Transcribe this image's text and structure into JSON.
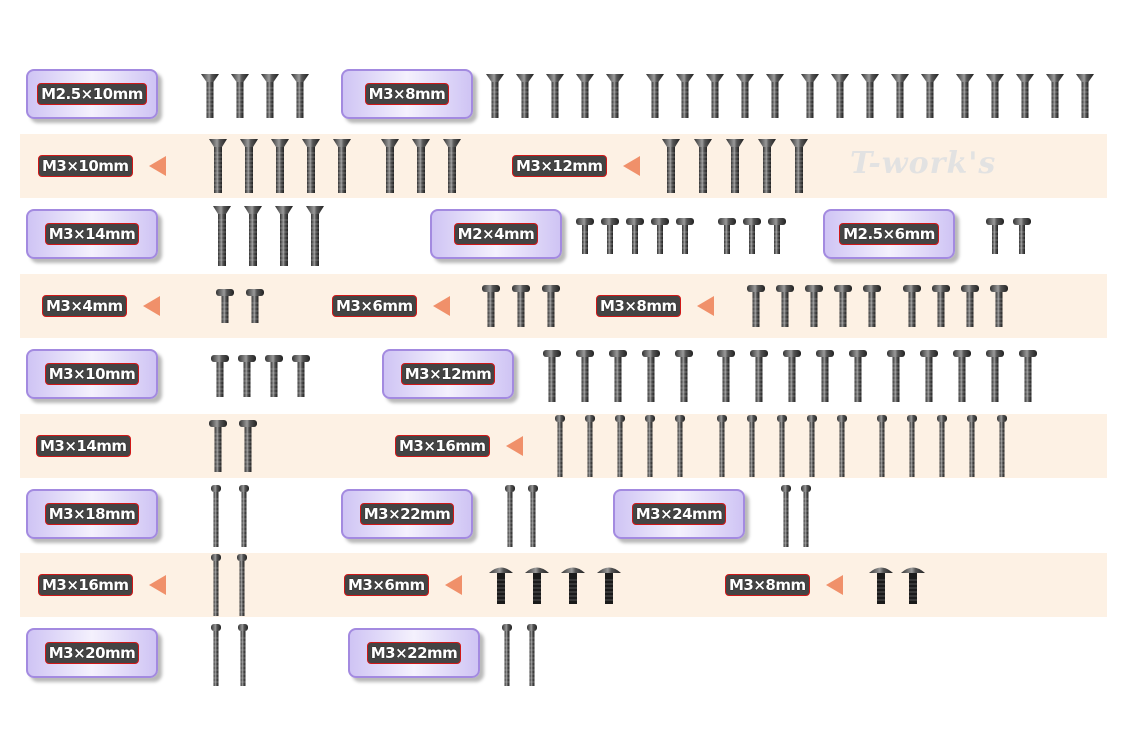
{
  "watermark": "T-work's",
  "colors": {
    "stripe": "#fdf1e4",
    "box_border": "#a38ae0",
    "arrow": "#f0906a",
    "label_outline": "#d01818"
  },
  "rows": [
    {
      "striped": false,
      "groups": [
        {
          "label": "M2.5×10mm",
          "style": "box",
          "screws": [
            {
              "count": 4,
              "type": "flat-short"
            }
          ]
        },
        {
          "label": "M3×8mm",
          "style": "box",
          "screws": [
            {
              "count": 5,
              "type": "flat-short"
            },
            {
              "count": 5,
              "type": "flat-short"
            },
            {
              "count": 5,
              "type": "flat-short"
            },
            {
              "count": 5,
              "type": "flat-short"
            }
          ]
        }
      ]
    },
    {
      "striped": true,
      "groups": [
        {
          "label": "M3×10mm",
          "style": "arrow",
          "screws": [
            {
              "count": 5,
              "type": "flat"
            },
            {
              "count": 3,
              "type": "flat"
            }
          ]
        },
        {
          "label": "M3×12mm",
          "style": "arrow",
          "screws": [
            {
              "count": 5,
              "type": "flat"
            }
          ]
        }
      ]
    },
    {
      "striped": false,
      "groups": [
        {
          "label": "M3×14mm",
          "style": "box",
          "screws": [
            {
              "count": 4,
              "type": "flat-long"
            }
          ]
        },
        {
          "label": "M2×4mm",
          "style": "box",
          "screws": [
            {
              "count": 5,
              "type": "button-mini"
            },
            {
              "count": 3,
              "type": "button-mini"
            }
          ]
        },
        {
          "label": "M2.5×6mm",
          "style": "box",
          "screws": [
            {
              "count": 2,
              "type": "button-mini"
            }
          ]
        }
      ]
    },
    {
      "striped": true,
      "groups": [
        {
          "label": "M3×4mm",
          "style": "arrow",
          "screws": [
            {
              "count": 2,
              "type": "button-short"
            }
          ]
        },
        {
          "label": "M3×6mm",
          "style": "arrow",
          "screws": [
            {
              "count": 3,
              "type": "button"
            }
          ]
        },
        {
          "label": "M3×8mm",
          "style": "arrow",
          "screws": [
            {
              "count": 5,
              "type": "button"
            },
            {
              "count": 4,
              "type": "button"
            }
          ]
        }
      ]
    },
    {
      "striped": false,
      "groups": [
        {
          "label": "M3×10mm",
          "style": "box",
          "screws": [
            {
              "count": 4,
              "type": "button"
            }
          ]
        },
        {
          "label": "M3×12mm",
          "style": "box",
          "screws": [
            {
              "count": 5,
              "type": "button-long"
            },
            {
              "count": 5,
              "type": "button-long"
            },
            {
              "count": 5,
              "type": "button-long"
            }
          ]
        }
      ]
    },
    {
      "striped": true,
      "groups": [
        {
          "label": "M3×14mm",
          "style": "plain",
          "screws": [
            {
              "count": 2,
              "type": "button-long"
            }
          ]
        },
        {
          "label": "M3×16mm",
          "style": "arrow",
          "screws": [
            {
              "count": 5,
              "type": "thin-long"
            },
            {
              "count": 5,
              "type": "thin-long"
            },
            {
              "count": 5,
              "type": "thin-long"
            }
          ]
        }
      ]
    },
    {
      "striped": false,
      "groups": [
        {
          "label": "M3×18mm",
          "style": "box",
          "screws": [
            {
              "count": 2,
              "type": "thin-long"
            }
          ]
        },
        {
          "label": "M3×22mm",
          "style": "box",
          "screws": [
            {
              "count": 2,
              "type": "thin-long"
            }
          ]
        },
        {
          "label": "M3×24mm",
          "style": "box",
          "screws": [
            {
              "count": 2,
              "type": "thin-long"
            }
          ]
        }
      ]
    },
    {
      "striped": true,
      "groups": [
        {
          "label": "M3×16mm",
          "style": "arrow",
          "screws": [
            {
              "count": 2,
              "type": "thin-long"
            }
          ]
        },
        {
          "label": "M3×6mm",
          "style": "arrow",
          "screws": [
            {
              "count": 4,
              "type": "flange"
            }
          ]
        },
        {
          "label": "M3×8mm",
          "style": "arrow",
          "screws": [
            {
              "count": 2,
              "type": "flange"
            }
          ]
        }
      ]
    },
    {
      "striped": false,
      "groups": [
        {
          "label": "M3×20mm",
          "style": "box",
          "screws": [
            {
              "count": 2,
              "type": "thin-long"
            }
          ]
        },
        {
          "label": "M3×22mm",
          "style": "box",
          "screws": [
            {
              "count": 2,
              "type": "thin-long"
            }
          ]
        }
      ]
    }
  ]
}
